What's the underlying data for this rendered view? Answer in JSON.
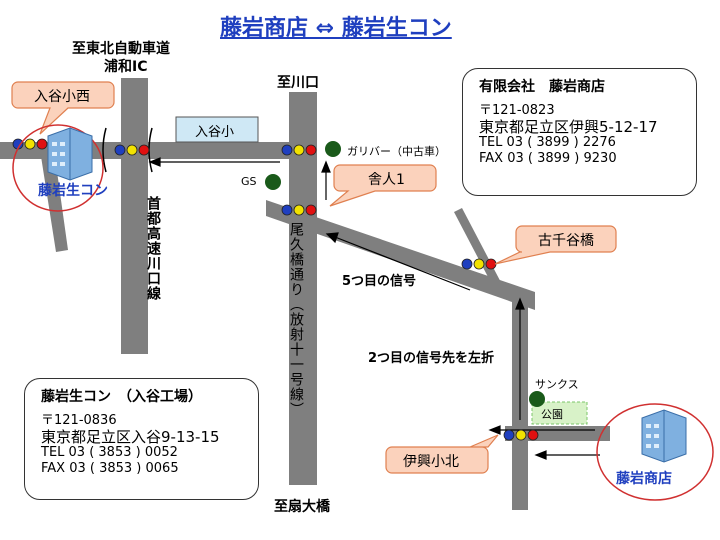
{
  "title": "藤岩商店 ⇔ 藤岩生コン",
  "labels": {
    "highway_dest": "至東北自動車道",
    "highway_ic": "浦和IC",
    "to_kawaguchi": "至川口",
    "to_ogibashi": "至扇大橋",
    "iriya_sho": "入谷小",
    "gs": "GS",
    "gulliver": "ガリバー（中古車）",
    "signal_5": "5つ目の信号",
    "signal_2": "2つ目の信号先を左折",
    "sunkus": "サンクス",
    "park": "公園",
    "shuto_expressway": "首都高速川口線",
    "oku_road": "尾久橋通り（放射十一号線）"
  },
  "callouts": {
    "iriya_nishi": "入谷小西",
    "toneri1": "舎人1",
    "kosenya": "古千谷橋",
    "ikou_kita": "伊興小北"
  },
  "shops": {
    "namakon_label": "藤岩生コン",
    "shoten_label": "藤岩商店"
  },
  "shoten_info": {
    "name": "有限会社　藤岩商店",
    "zip": "〒121-0823",
    "address": "東京都足立区伊興5-12-17",
    "tel": "TEL 03 ( 3899 ) 2276",
    "fax": "FAX 03 ( 3899 ) 9230"
  },
  "namakon_info": {
    "name": "藤岩生コン　（入谷工場）",
    "zip": "〒121-0836",
    "address": "東京都足立区入谷9-13-15",
    "tel": "TEL 03 ( 3853 ) 0052",
    "fax": "FAX 03 ( 3853 ) 0065"
  },
  "colors": {
    "road": "#7f7f7f",
    "title": "#1f3fbf",
    "callout_fill": "#fbd2bc",
    "callout_border": "#e08050",
    "shop_circle": "#d03030",
    "signal_blue": "#1f3fbf",
    "signal_yellow": "#f2e200",
    "signal_red": "#e01010"
  }
}
